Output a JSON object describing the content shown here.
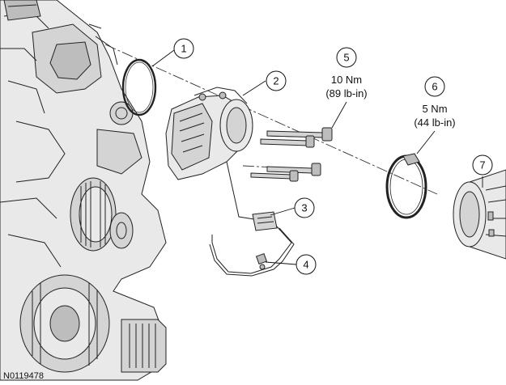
{
  "figure_id": "N0119478",
  "callouts": [
    {
      "number": "1"
    },
    {
      "number": "2"
    },
    {
      "number": "3"
    },
    {
      "number": "4"
    },
    {
      "number": "5",
      "torque_nm": "10 Nm",
      "torque_lbin": "(89 lb-in)"
    },
    {
      "number": "6",
      "torque_nm": "5 Nm",
      "torque_lbin": "(44 lb-in)"
    },
    {
      "number": "7"
    }
  ]
}
